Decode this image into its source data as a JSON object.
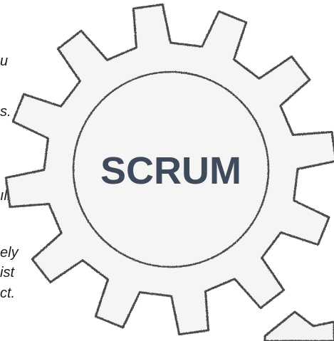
{
  "gear": {
    "label": "SCRUM",
    "colors": {
      "fill": "#f5f5f5",
      "stroke": "#4a4a4a",
      "text": "#3f4a5d"
    }
  },
  "background_text_fragments": [
    "u",
    "s.",
    "ıll",
    "ely",
    "ist",
    "ct."
  ]
}
